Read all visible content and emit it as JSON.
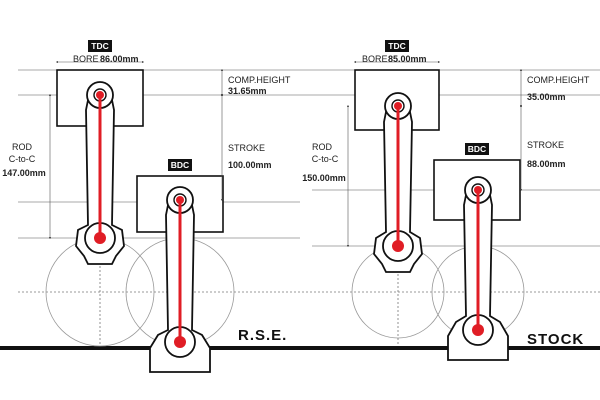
{
  "rse": {
    "tdc_tag": "TDC",
    "bdc_tag": "BDC",
    "bore_label": "BORE",
    "bore_value": "86.00mm",
    "comp_height_label": "COMP.HEIGHT",
    "comp_height_value": "31.65mm",
    "stroke_label": "STROKE",
    "stroke_value": "100.00mm",
    "rod_label_1": "ROD",
    "rod_label_2": "C-to-C",
    "rod_value": "147.00mm",
    "name": "R.S.E."
  },
  "stock": {
    "tdc_tag": "TDC",
    "bdc_tag": "BDC",
    "bore_label": "BORE",
    "bore_value": "85.00mm",
    "comp_height_label": "COMP.HEIGHT",
    "comp_height_value": "35.00mm",
    "stroke_label": "STROKE",
    "stroke_value": "88.00mm",
    "rod_label_1": "ROD",
    "rod_label_2": "C-to-C",
    "rod_value": "150.00mm",
    "name": "STOCK"
  },
  "colors": {
    "rod_line": "#e01d25",
    "outline": "#111111",
    "tag_bg": "#111111"
  }
}
